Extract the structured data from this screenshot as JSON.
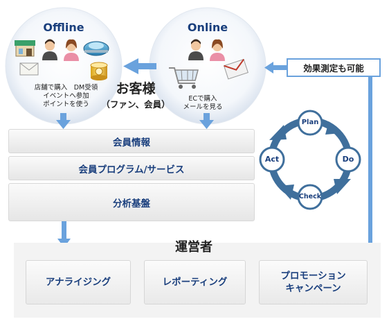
{
  "offline": {
    "title": "Offline",
    "line1": "店舗で購入　DM受領",
    "line2": "イベントへ参加",
    "line3": "ポイントを使う"
  },
  "online": {
    "title": "Online",
    "line1": "ECで購入",
    "line2": "メールを見る"
  },
  "customer": {
    "title": "お客様",
    "subtitle": "（ファン、会員）"
  },
  "bars": {
    "member_info": "会員情報",
    "member_program": "会員プログラム/サービス",
    "analysis": "分析基盤"
  },
  "effect_measurement": "効果測定も可能",
  "pdca": {
    "plan": "Plan",
    "do": "Do",
    "check": "Check",
    "act": "Act"
  },
  "operator": {
    "title": "運営者",
    "steps": [
      "アナライジング",
      "レポーティング",
      "プロモーション\nキャンペーン"
    ]
  },
  "colors": {
    "navy": "#1a3f7d",
    "accent_blue": "#6aa2dd",
    "pdca_blue": "#3f6f9c"
  },
  "icons": [
    "store-icon",
    "people-icon",
    "dome-icon",
    "mail-icon",
    "coin-icon",
    "shopping-cart-icon",
    "envelope-icon"
  ]
}
